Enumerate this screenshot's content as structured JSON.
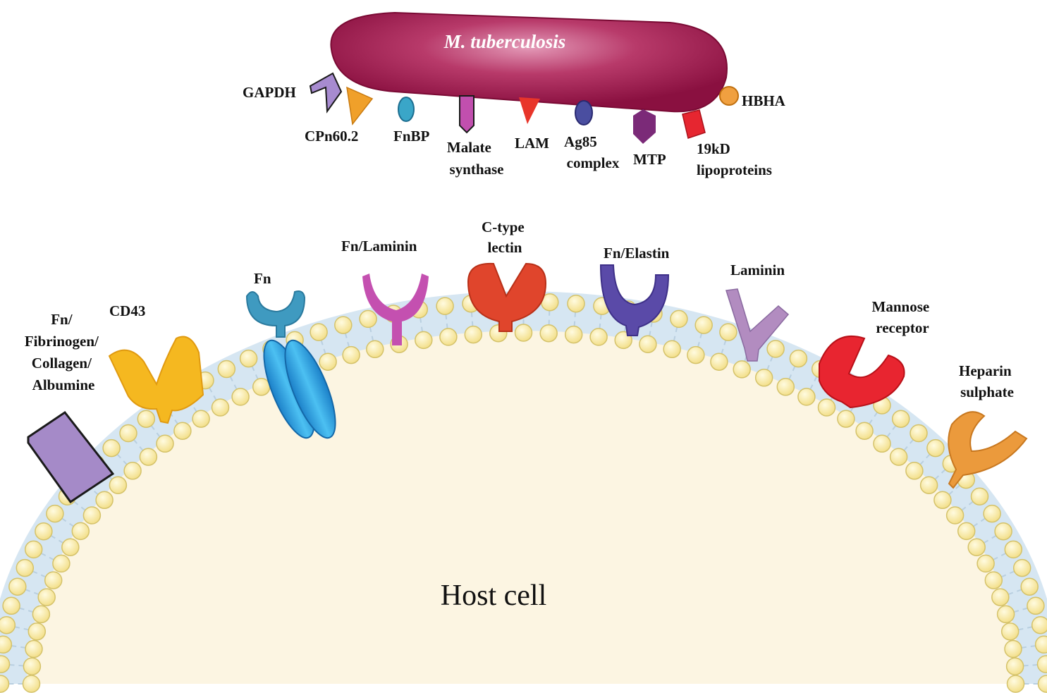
{
  "bacterium": {
    "name": "M. tuberculosis",
    "adhesins": [
      {
        "label": "GAPDH",
        "color": "#a78bd0"
      },
      {
        "label": "CPn60.2",
        "color": "#f0a02a"
      },
      {
        "label": "FnBP",
        "color": "#3aa6c8"
      },
      {
        "label": "Malate synthase",
        "color": "#c14fae"
      },
      {
        "label": "LAM",
        "color": "#e8352a"
      },
      {
        "label": "Ag85 complex",
        "color": "#4a4ea0"
      },
      {
        "label": "MTP",
        "color": "#7b2a78"
      },
      {
        "label": "19kD lipoproteins",
        "color": "#e62630"
      },
      {
        "label": "HBHA",
        "color": "#f0a040"
      }
    ]
  },
  "host": {
    "label": "Host cell",
    "receptors": [
      {
        "label": "Fn/ Fibrinogen/ Collagen/ Albumine",
        "color": "#a58ac8"
      },
      {
        "label": "CD43",
        "color": "#f5b820"
      },
      {
        "label": "Fn",
        "color": "#3f9ac0"
      },
      {
        "label": "Fn/Laminin",
        "color": "#c450b0"
      },
      {
        "label": "C-type lectin",
        "color": "#e0452c"
      },
      {
        "label": "Fn/Elastin",
        "color": "#5a4aa8"
      },
      {
        "label": "Laminin",
        "color": "#b28cc0"
      },
      {
        "label": "Mannose receptor",
        "color": "#e82530"
      },
      {
        "label": "Heparin sulphate",
        "color": "#eb9a3c"
      }
    ]
  },
  "colors": {
    "bacterium_body": "#9e1a4a",
    "cytoplasm": "#fcf5e2",
    "membrane_band": "#d6e6f2",
    "lipid_head": "#faeeaa",
    "lipid_outline": "#d4c26a",
    "channel": "#2fa0e0"
  }
}
